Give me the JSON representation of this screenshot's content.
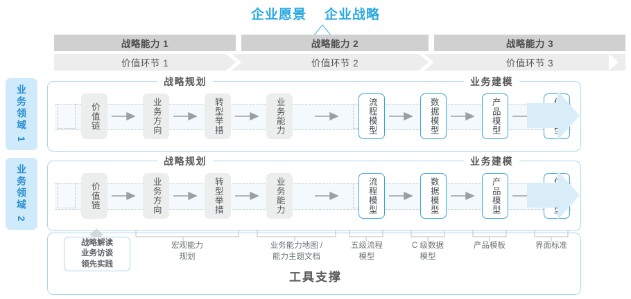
{
  "header": {
    "titles": [
      "企业愿景",
      "企业战略"
    ],
    "accent_color": "#29a8e0"
  },
  "capabilities": [
    {
      "label": "战略能力 1"
    },
    {
      "label": "战略能力 2"
    },
    {
      "label": "战略能力 3"
    }
  ],
  "value_chain": [
    {
      "label": "价值环节 1"
    },
    {
      "label": "价值环节 2"
    },
    {
      "label": "价值环节 3"
    }
  ],
  "domains": [
    {
      "label": "业务领域 1"
    },
    {
      "label": "业务领域 2"
    }
  ],
  "sections": {
    "planning": "战略规划",
    "modeling": "业务建模"
  },
  "flow_nodes": [
    {
      "label": "价值链",
      "style": "gray"
    },
    {
      "label": "业务方向",
      "style": "gray"
    },
    {
      "label": "转型举措",
      "style": "gray"
    },
    {
      "label": "业务能力",
      "style": "gray"
    },
    {
      "label": "流程模型",
      "style": "blue"
    },
    {
      "label": "数据模型",
      "style": "blue"
    },
    {
      "label": "产品模型",
      "style": "blue"
    },
    {
      "label": "体验模型",
      "style": "blue"
    }
  ],
  "tool_support": {
    "title": "工具支撑",
    "highlight_box": "战略解读\n业务访谈\n领先实践",
    "labels": [
      "宏观能力\n规划",
      "业务能力地图 /\n能力主题文档",
      "五级流程\n模型",
      "C 级数据\n模型",
      "产品模板",
      "界面标准"
    ]
  }
}
